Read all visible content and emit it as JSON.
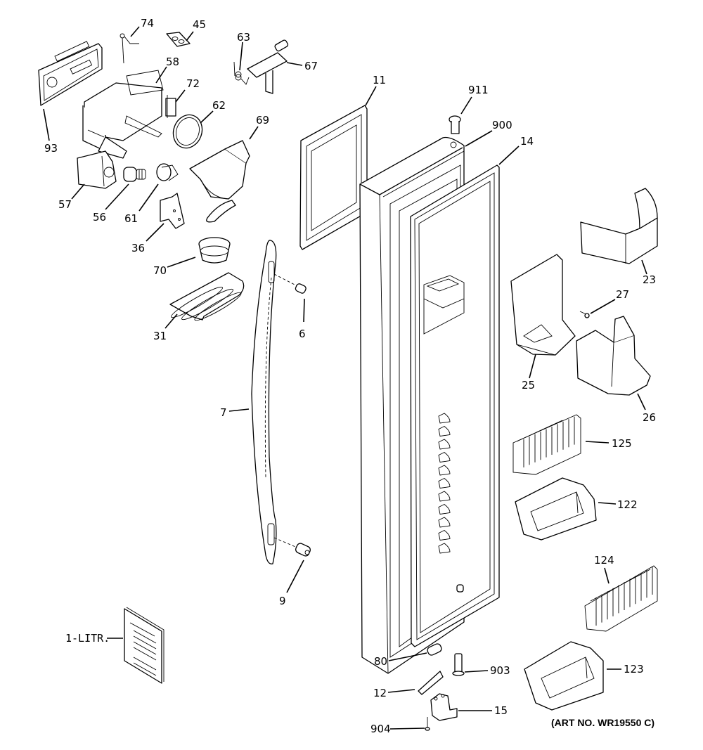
{
  "diagram": {
    "title": "Fresh Food Door Parts Diagram",
    "art_number": "(ART NO. WR19550 C)",
    "parts": [
      {
        "id": "74",
        "label": "74"
      },
      {
        "id": "45",
        "label": "45"
      },
      {
        "id": "63",
        "label": "63"
      },
      {
        "id": "67",
        "label": "67"
      },
      {
        "id": "58",
        "label": "58"
      },
      {
        "id": "72",
        "label": "72"
      },
      {
        "id": "93",
        "label": "93"
      },
      {
        "id": "62",
        "label": "62"
      },
      {
        "id": "69",
        "label": "69"
      },
      {
        "id": "57",
        "label": "57"
      },
      {
        "id": "56",
        "label": "56"
      },
      {
        "id": "61",
        "label": "61"
      },
      {
        "id": "36",
        "label": "36"
      },
      {
        "id": "70",
        "label": "70"
      },
      {
        "id": "31",
        "label": "31"
      },
      {
        "id": "6",
        "label": "6"
      },
      {
        "id": "7",
        "label": "7"
      },
      {
        "id": "9",
        "label": "9"
      },
      {
        "id": "1-LITR",
        "label": "1-LITR."
      },
      {
        "id": "11",
        "label": "11"
      },
      {
        "id": "911",
        "label": "911"
      },
      {
        "id": "900",
        "label": "900"
      },
      {
        "id": "14",
        "label": "14"
      },
      {
        "id": "23",
        "label": "23"
      },
      {
        "id": "27",
        "label": "27"
      },
      {
        "id": "25",
        "label": "25"
      },
      {
        "id": "26",
        "label": "26"
      },
      {
        "id": "125",
        "label": "125"
      },
      {
        "id": "122",
        "label": "122"
      },
      {
        "id": "124",
        "label": "124"
      },
      {
        "id": "123",
        "label": "123"
      },
      {
        "id": "80",
        "label": "80"
      },
      {
        "id": "903",
        "label": "903"
      },
      {
        "id": "12",
        "label": "12"
      },
      {
        "id": "15",
        "label": "15"
      },
      {
        "id": "904",
        "label": "904"
      }
    ]
  }
}
